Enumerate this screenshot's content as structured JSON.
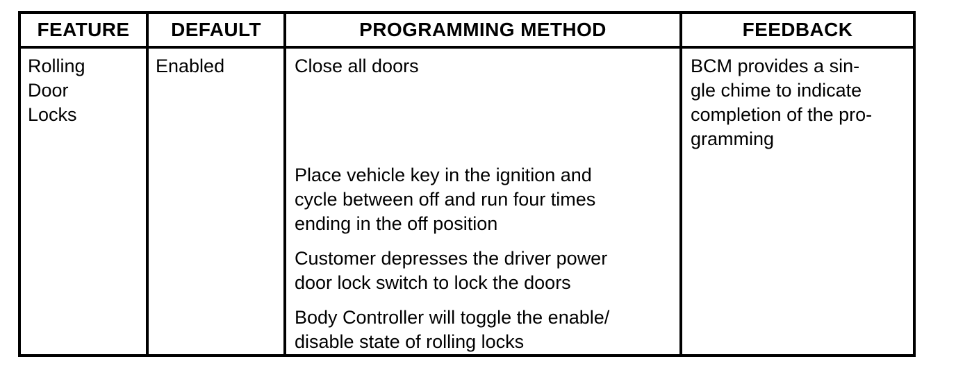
{
  "document": {
    "kind": "service-manual-feature-table",
    "background_color": "#ffffff",
    "text_color": "#000000",
    "border_color": "#000000"
  },
  "table": {
    "columns": [
      {
        "key": "feature",
        "label": "FEATURE"
      },
      {
        "key": "default",
        "label": "DEFAULT"
      },
      {
        "key": "method",
        "label": "PROGRAMMING METHOD"
      },
      {
        "key": "feedback",
        "label": "FEEDBACK"
      }
    ],
    "rows": [
      {
        "feature": {
          "text": "Rolling Door Locks",
          "lines": [
            "Rolling",
            "Door",
            "Locks"
          ]
        },
        "default": {
          "text": "Enabled"
        },
        "method": {
          "steps": [
            {
              "text": "Close all doors",
              "lines": [
                "Close all doors"
              ]
            },
            {
              "text": "Place vehicle key in the ignition and cycle between off and run four times ending in the off position",
              "lines": [
                "Place vehicle key in the ignition and",
                "cycle between off and run four times",
                "ending in the off position"
              ]
            },
            {
              "text": "Customer depresses the driver power door lock switch to lock the doors",
              "lines": [
                "Customer depresses the driver power",
                "door lock switch to lock the doors"
              ]
            },
            {
              "text": "Body Controller will toggle the enable/disable state of rolling locks",
              "lines": [
                "Body Controller will toggle the enable/",
                "disable state of rolling locks"
              ]
            }
          ]
        },
        "feedback": {
          "text": "BCM provides a single chime to indicate completion of the programming",
          "lines": [
            "BCM provides a sin-",
            "gle chime to indicate",
            "completion of the pro-",
            "gramming"
          ]
        }
      }
    ]
  }
}
